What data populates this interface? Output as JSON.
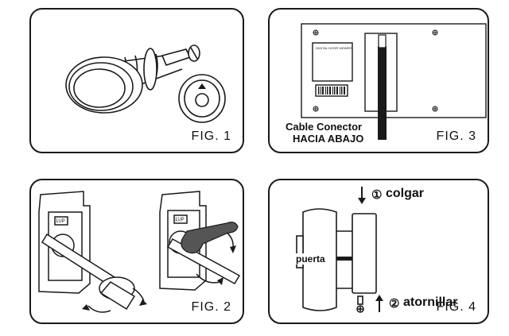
{
  "figures": {
    "fig1": {
      "label": "FIG. 1"
    },
    "fig2": {
      "label": "FIG. 2",
      "tag_left": "1UP",
      "tag_right": "1UP"
    },
    "fig3": {
      "label": "FIG. 3",
      "caption_line1": "Cable Conector",
      "caption_line2": "HACIA ABAJO",
      "sticker_text": "DIGITAL DOOR VIEWER"
    },
    "fig4": {
      "label": "FIG. 4",
      "step1_marker": "①",
      "step1": "colgar",
      "step2_marker": "②",
      "step2": "atornillar",
      "door_label": "puerta"
    }
  },
  "colors": {
    "line": "#1a1a1a",
    "panel_bg": "#ffffff",
    "shade": "#555555"
  }
}
